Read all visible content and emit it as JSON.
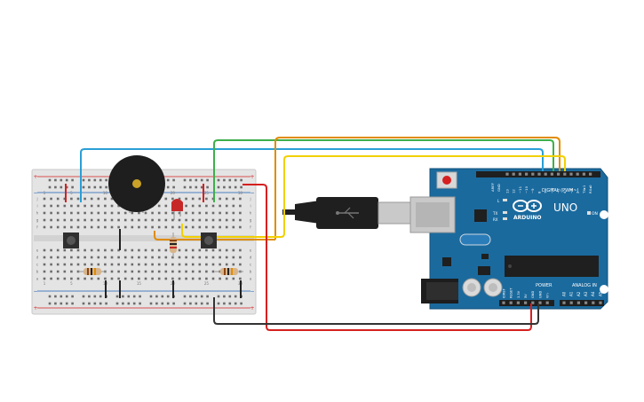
{
  "arduino": {
    "brand": "ARDUINO",
    "model": "UNO",
    "digital_label": "DIGITAL (PWM~)",
    "power_label": "POWER",
    "analog_label": "ANALOG IN",
    "on_label": "ON",
    "aref": "AREF",
    "gnd": "GND",
    "l_led": "L",
    "tx_led": "TX",
    "rx_led": "RX",
    "digital_pins": [
      "13",
      "12",
      "~11",
      "~10",
      "~9",
      "8",
      "7",
      "~6",
      "~5",
      "4",
      "~3",
      "2",
      "TX▸1",
      "RX◂0"
    ],
    "power_pins": [
      "IOREF",
      "RESET",
      "3.3V",
      "5V",
      "GND",
      "GND",
      "Vin"
    ],
    "analog_pins": [
      "A0",
      "A1",
      "A2",
      "A3",
      "A4",
      "A5"
    ]
  },
  "breadboard": {
    "column_numbers": [
      "1",
      "5",
      "10",
      "15",
      "20",
      "25",
      "30"
    ],
    "row_letters_top": [
      "j",
      "i",
      "h",
      "g",
      "f"
    ],
    "row_letters_bottom": [
      "e",
      "d",
      "c",
      "b",
      "a"
    ]
  },
  "colors": {
    "wire_blue": "#2a9fd6",
    "wire_green": "#3db04a",
    "wire_orange": "#e08c00",
    "wire_yellow": "#f2d000",
    "wire_red": "#d62020",
    "wire_black": "#333333",
    "board_blue": "#1a6a9e",
    "breadboard": "#e8e8e8"
  }
}
